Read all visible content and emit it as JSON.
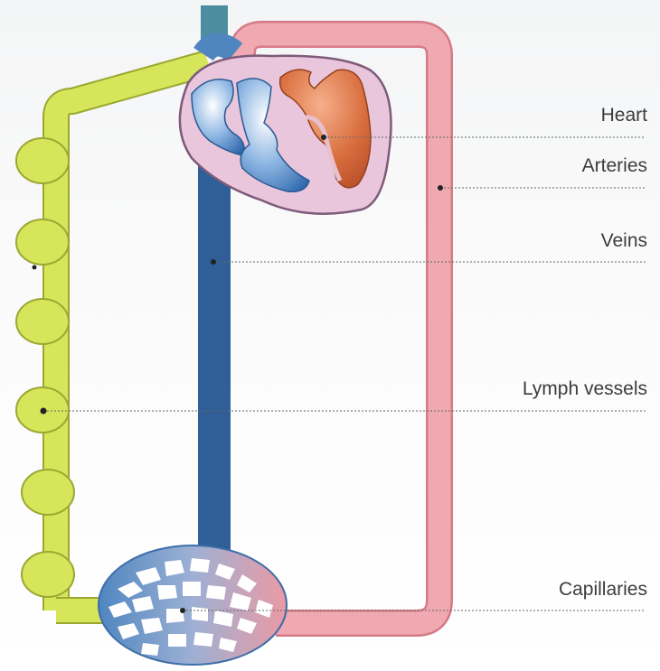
{
  "labels": {
    "heart": "Heart",
    "arteries": "Arteries",
    "veins": "Veins",
    "lymph_vessels": "Lymph vessels",
    "capillaries": "Capillaries"
  },
  "colors": {
    "lymph": "#d7e55a",
    "vein": "#4f86c0",
    "artery": "#eb9aa4",
    "heart_muscle": "#e6c0d6",
    "oxygenated_chamber": "#d96e3e",
    "deoxygenated_chamber": "#4a82c4"
  }
}
